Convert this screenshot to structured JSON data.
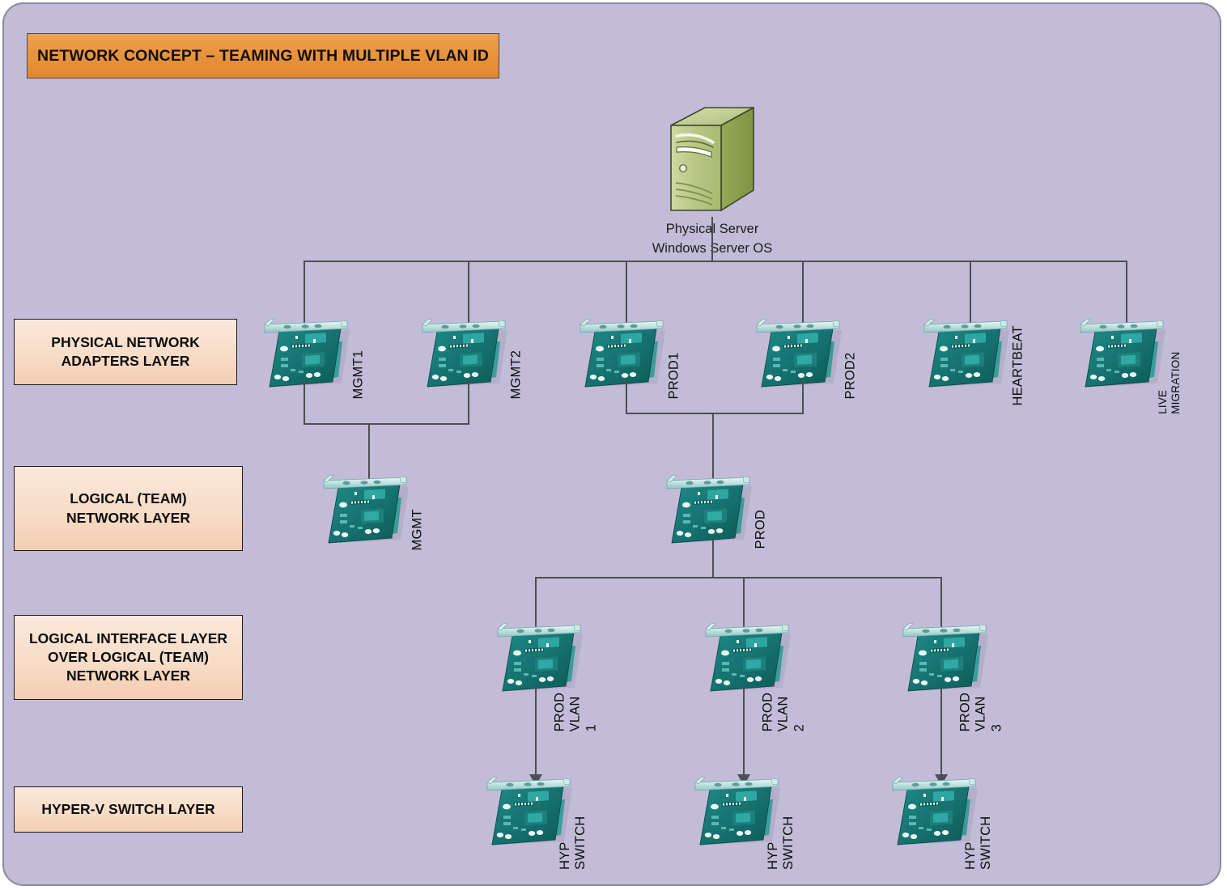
{
  "title": "NETWORK CONCEPT – TEAMING WITH MULTIPLE VLAN ID",
  "colors": {
    "background": "#c2bcd8",
    "frame_border": "#8c8a99",
    "title_banner": "#e8923c",
    "layer_box": "#f8ddc8",
    "connector_line": "#4e4e54",
    "server_body": "#9aae52",
    "nic_board": "#1a7f7d"
  },
  "server": {
    "caption": "Physical Server\nWindows Server OS"
  },
  "layers": [
    {
      "id": "physical-network-adapters",
      "label": "PHYSICAL NETWORK\nADAPTERS LAYER"
    },
    {
      "id": "logical-team-network",
      "label": "LOGICAL (TEAM)\nNETWORK LAYER"
    },
    {
      "id": "logical-interface",
      "label": "LOGICAL INTERFACE LAYER\nOVER LOGICAL (TEAM)\nNETWORK LAYER"
    },
    {
      "id": "hyper-v-switch",
      "label": "HYPER-V SWITCH LAYER"
    }
  ],
  "physical_adapters": [
    {
      "id": "mgmt1",
      "label": "MGMT1"
    },
    {
      "id": "mgmt2",
      "label": "MGMT2"
    },
    {
      "id": "prod1",
      "label": "PROD1"
    },
    {
      "id": "prod2",
      "label": "PROD2"
    },
    {
      "id": "heartbeat",
      "label": "HEARTBEAT"
    },
    {
      "id": "live-migration",
      "label": "LIVE\nMIGRATION"
    }
  ],
  "team_adapters": [
    {
      "id": "mgmt-team",
      "label": "MGMT"
    },
    {
      "id": "prod-team",
      "label": "PROD"
    }
  ],
  "logical_interfaces": [
    {
      "id": "prod-vlan-1",
      "label": "PROD\nVLAN 1"
    },
    {
      "id": "prod-vlan-2",
      "label": "PROD\nVLAN 2"
    },
    {
      "id": "prod-vlan-3",
      "label": "PROD\nVLAN 3"
    }
  ],
  "hyperv_switches": [
    {
      "id": "hyp-switch-1",
      "label": "HYP\nSWITCH"
    },
    {
      "id": "hyp-switch-2",
      "label": "HYP\nSWITCH"
    },
    {
      "id": "hyp-switch-3",
      "label": "HYP\nSWITCH"
    }
  ]
}
